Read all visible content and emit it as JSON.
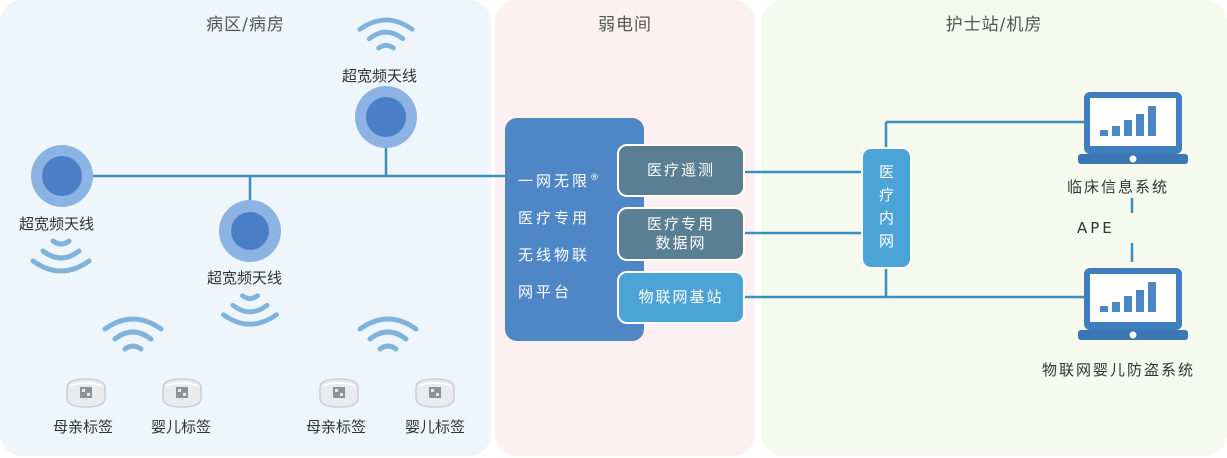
{
  "zones": {
    "ward": "病区/病房",
    "weak_room": "弱电间",
    "nurse_station": "护士站/机房"
  },
  "antennas": {
    "top": "超宽频天线",
    "left": "超宽频天线",
    "middle": "超宽频天线"
  },
  "tags": {
    "mother_1": "母亲标签",
    "baby_1": "婴儿标签",
    "mother_2": "母亲标签",
    "baby_2": "婴儿标签"
  },
  "platform": {
    "line1": "一网无限",
    "registered": "®",
    "line2": "医疗专用",
    "line3": "无线物联",
    "line4": "网平台"
  },
  "modules": {
    "telemetry": "医疗遥测",
    "data_net_1": "医疗专用",
    "data_net_2": "数据网",
    "iot_base": "物联网基站"
  },
  "intranet": [
    "医",
    "疗",
    "内",
    "网"
  ],
  "systems": {
    "clinical": "临床信息系统",
    "ape": "APE",
    "anti_theft": "物联网婴儿防盗系统"
  },
  "colors": {
    "line": "#3a8fbf",
    "platform": "#4e86c6",
    "dark_module": "#5a7f92",
    "light_module": "#4ba3d6",
    "antenna_outer": "#8cb3e3",
    "antenna_inner": "#4a7fc8"
  }
}
